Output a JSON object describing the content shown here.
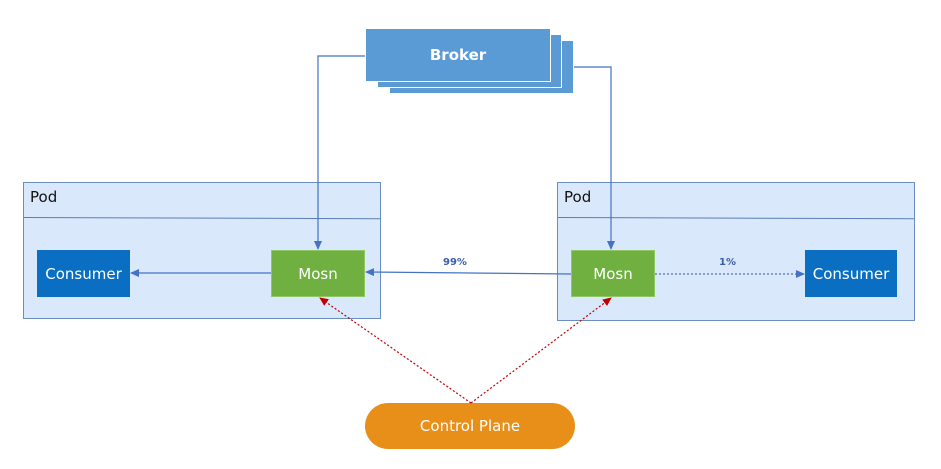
{
  "broker": {
    "label": "Broker"
  },
  "left_pod": {
    "label": "Pod",
    "consumer": "Consumer",
    "mosn": "Mosn"
  },
  "right_pod": {
    "label": "Pod",
    "consumer": "Consumer",
    "mosn": "Mosn"
  },
  "control_plane": {
    "label": "Control Plane"
  },
  "edges": {
    "mosn_to_mosn_label": "99%",
    "mosn_to_consumer_label": "1%"
  },
  "colors": {
    "pod_fill": "#dae8fc",
    "consumer_fill": "#0a6fc2",
    "mosn_fill": "#6fb041",
    "broker_fill": "#5b9bd5",
    "control_plane_fill": "#e88f1a",
    "solid_edge": "#4472c4",
    "control_edge": "#c00000"
  }
}
